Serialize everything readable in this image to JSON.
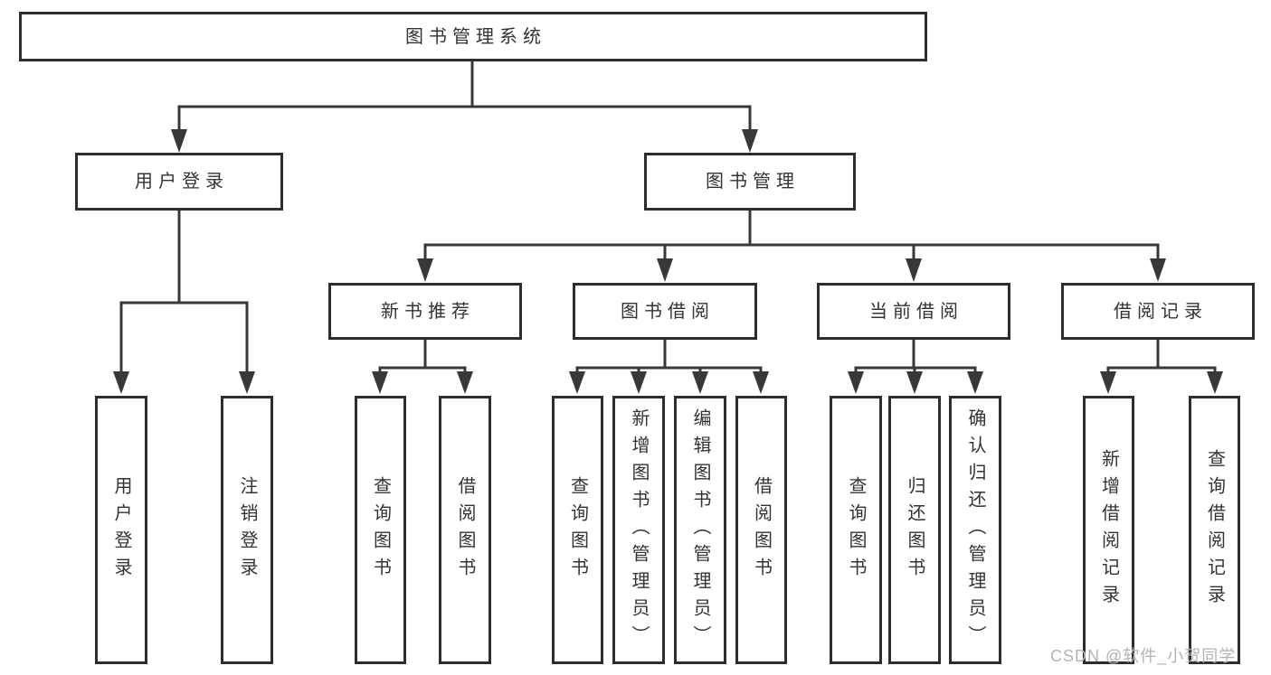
{
  "diagram": {
    "root": "图书管理系统",
    "level2": {
      "user_login": "用户登录",
      "book_mgmt": "图书管理"
    },
    "level3": {
      "new_book_rec": "新书推荐",
      "book_borrow": "图书借阅",
      "current_borrow": "当前借阅",
      "borrow_records": "借阅记录"
    },
    "leaves": {
      "user_login": "用户登录",
      "logout": "注销登录",
      "query_book_1": "查询图书",
      "borrow_book_1": "借阅图书",
      "query_book_2": "查询图书",
      "add_book_admin": "新增图书（管理员）",
      "edit_book_admin": "编辑图书（管理员）",
      "borrow_book_2": "借阅图书",
      "query_book_3": "查询图书",
      "return_book": "归还图书",
      "confirm_return_admin": "确认归还（管理员）",
      "add_borrow_record": "新增借阅记录",
      "query_borrow_record": "查询借阅记录"
    }
  },
  "watermark": "CSDN @软件_小贺同学",
  "colors": {
    "line": "#383838",
    "box_border": "#2d2d2d",
    "text": "#333333",
    "watermark": "#b3b3b3",
    "background": "#ffffff"
  }
}
